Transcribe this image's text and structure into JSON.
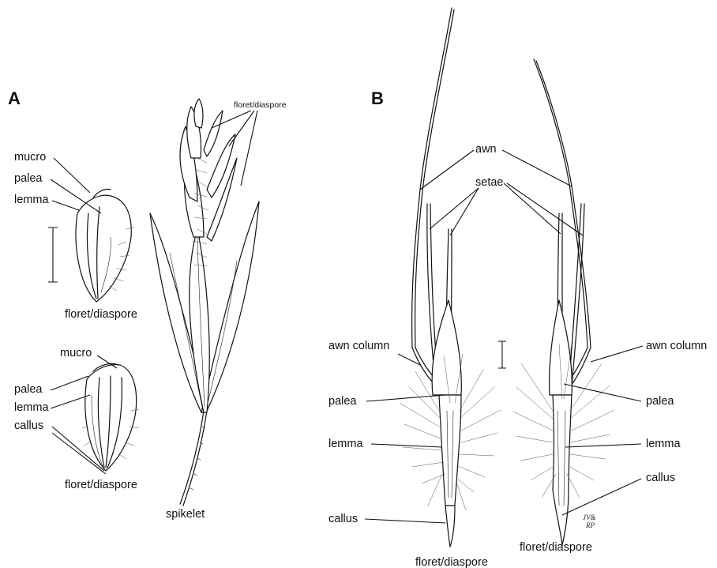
{
  "panels": {
    "a": "A",
    "b": "B"
  },
  "panel_a": {
    "spikelet_floret_label": "floret/diaspore",
    "spikelet_label": "spikelet",
    "upper_floret": {
      "mucro": "mucro",
      "palea": "palea",
      "lemma": "lemma",
      "caption": "floret/diaspore"
    },
    "lower_floret": {
      "mucro": "mucro",
      "palea": "palea",
      "lemma": "lemma",
      "callus": "callus",
      "caption": "floret/diaspore"
    }
  },
  "panel_b": {
    "awn": "awn",
    "setae": "setae",
    "left_floret": {
      "awn_column": "awn column",
      "palea": "palea",
      "lemma": "lemma",
      "callus": "callus",
      "caption": "floret/diaspore"
    },
    "right_floret": {
      "awn_column": "awn column",
      "palea": "palea",
      "lemma": "lemma",
      "callus": "callus",
      "caption": "floret/diaspore"
    }
  },
  "signature": "JV&RP"
}
